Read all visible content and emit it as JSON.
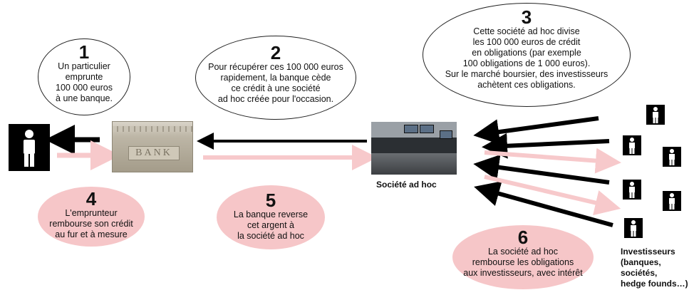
{
  "colors": {
    "pink": "#f6c6c8",
    "arrow_black": "#000000",
    "arrow_pink": "#f7c9cb"
  },
  "steps": [
    {
      "num": "1",
      "text": "Un particulier\nemprunte\n100 000 euros\nà une banque."
    },
    {
      "num": "2",
      "text": "Pour récupérer ces 100 000 euros\nrapidement, la banque cède\nce crédit à une société\nad hoc créée pour l'occasion."
    },
    {
      "num": "3",
      "text": "Cette société ad hoc divise\nles 100 000 euros de crédit\nen obligations (par exemple\n100 obligations de 1 000 euros).\nSur le marché boursier, des investisseurs\nachètent ces obligations."
    },
    {
      "num": "4",
      "text": "L'emprunteur\nrembourse son crédit\nau fur et à mesure"
    },
    {
      "num": "5",
      "text": "La banque reverse\ncet argent à\nla société ad hoc"
    },
    {
      "num": "6",
      "text": "La société ad hoc\nrembourse les obligations\naux investisseurs, avec intérêt"
    }
  ],
  "bank_sign": "BANK",
  "labels": {
    "spv": "Société ad hoc",
    "investors": "Investisseurs\n(banques,\nsociétés,\nhedge founds…)"
  },
  "icons": {
    "person": "person-icon",
    "bank": "bank-building-icon",
    "office": "trading-room-icon"
  }
}
